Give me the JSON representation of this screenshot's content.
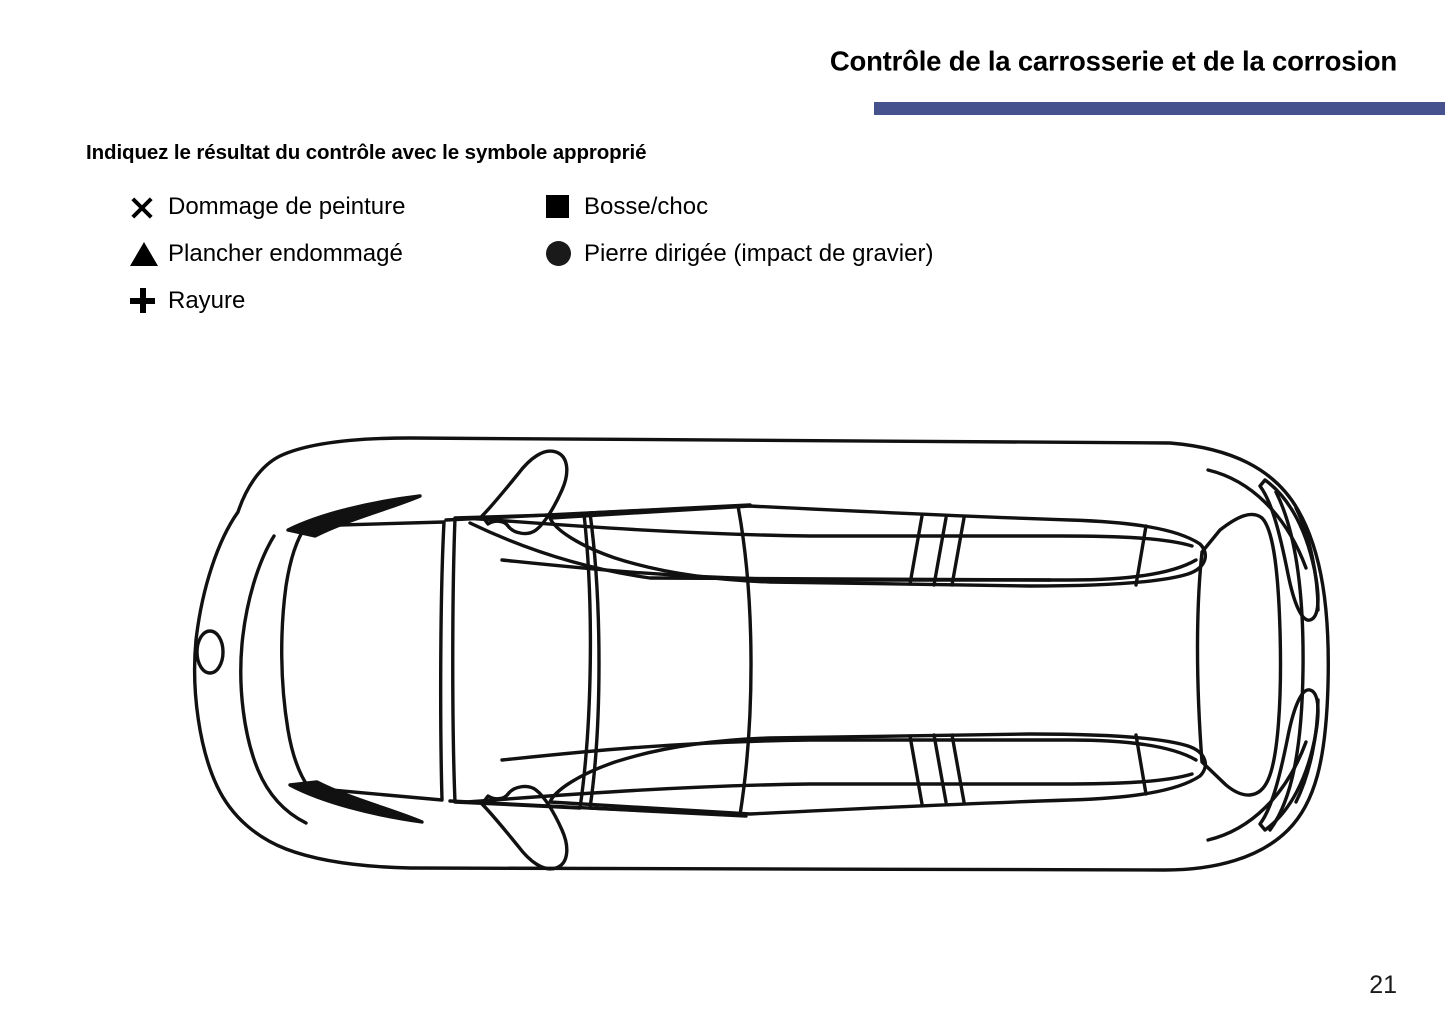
{
  "header": {
    "title": "Contrôle de la carrosserie et de la corrosion",
    "rule_color": "#45528e"
  },
  "instruction": "Indiquez le résultat du contrôle avec le symbole approprié",
  "legend": {
    "left_column": [
      {
        "symbol": "x-mark",
        "label": "Dommage de peinture"
      },
      {
        "symbol": "filled-triangle",
        "label": "Plancher endommagé"
      },
      {
        "symbol": "plus-sign",
        "label": "Rayure"
      }
    ],
    "right_column": [
      {
        "symbol": "filled-square",
        "label": "Bosse/choc"
      },
      {
        "symbol": "filled-circle",
        "label": "Pierre dirigée (impact de gravier)"
      }
    ]
  },
  "diagram": {
    "name": "car-top-view-outline",
    "description": "Vue de dessus d'une voiture à cinq portes",
    "stroke_color": "#111111",
    "fill_color": "#ffffff"
  },
  "page_number": "21"
}
